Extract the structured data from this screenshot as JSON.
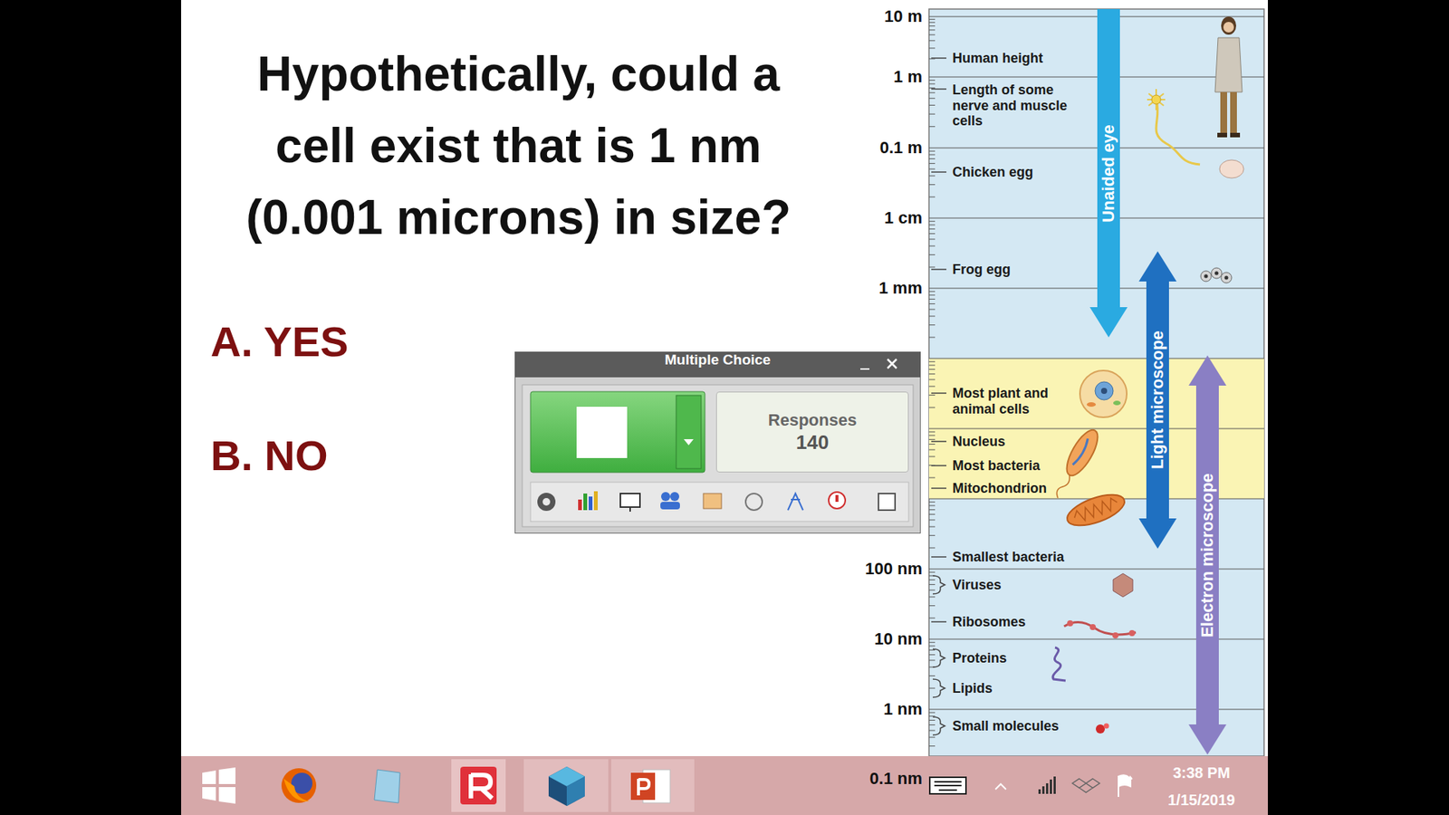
{
  "diagram": {
    "title": "Hypothetically, could a cell exist that is 1 nm (0.001 microns) in size?",
    "nodes": [
      {
        "text": [
          "Multiple Choice"
        ]
      },
      {
        "text": [
          "Responses",
          "140"
        ],
        "in": 0
      },
      {
        "text": [
          "Unaided eye"
        ]
      },
      {
        "text": [
          "Light microscope"
        ]
      },
      {
        "text": [
          "Electron microscope"
        ]
      }
    ],
    "labels": [
      "A. YES",
      "B. NO",
      "10 m",
      "1 m",
      "0.1 m",
      "1 cm",
      "1 mm",
      "100 nm",
      "10 nm",
      "1 nm",
      "0.1 nm",
      "Human height",
      "Length of some nerve and muscle cells",
      "Chicken egg",
      "Frog egg",
      "Most plant and animal cells",
      "Nucleus",
      "Most bacteria",
      "Mitochondrion",
      "Smallest bacteria",
      "Viruses",
      "Ribosomes",
      "Proteins",
      "Lipids",
      "Small molecules",
      "3:38 PM",
      "1/15/2019"
    ]
  }
}
